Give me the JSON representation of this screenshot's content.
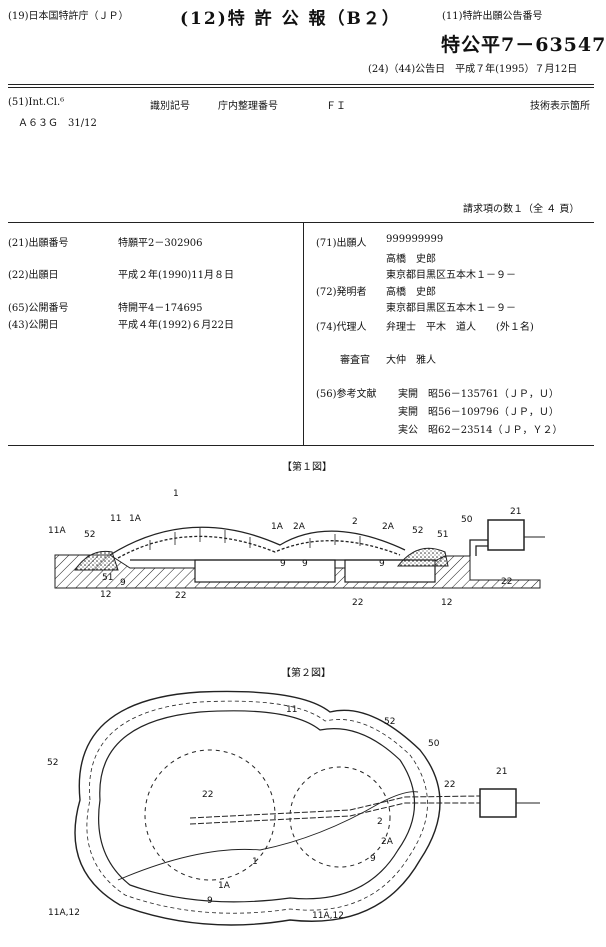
{
  "header": {
    "office": "(19)日本国特許庁（ＪＰ）",
    "gazette": "(12)特 許 公 報（B２）",
    "pub_label": "(11)特許出願公告番号",
    "pub_number": "特公平7－63547",
    "pub_date": "(24)（44)公告日　平成７年(1995）７月12日"
  },
  "classification": {
    "intcl": "(51)Int.Cl.⁶",
    "code_head": "識別記号",
    "office_num_head": "庁内整理番号",
    "fi_head": "ＦＩ",
    "tech_head": "技術表示箇所",
    "code": "Ａ６３Ｇ　31/12",
    "claims": "請求項の数１（全 ４ 頁）"
  },
  "biblio_left": [
    {
      "label": "(21)出願番号",
      "value": "特願平2－302906"
    },
    {
      "label": "(22)出願日",
      "value": "平成２年(1990)11月８日"
    },
    {
      "label": "(65)公開番号",
      "value": "特開平4－174695"
    },
    {
      "label": "(43)公開日",
      "value": "平成４年(1992)６月22日"
    }
  ],
  "biblio_right": {
    "applicant_label": "(71)出願人",
    "applicant_id": "999999999",
    "applicant_name": "高橋　史郎",
    "applicant_addr": "東京都目黒区五本木１－９－",
    "inventor_label": "(72)発明者",
    "inventor_name": "高橋　史郎",
    "inventor_addr": "東京都目黒区五本木１－９－",
    "agent_label": "(74)代理人",
    "agent_value": "弁理士　平木　道人　　(外１名)",
    "examiner_label": "審査官",
    "examiner_value": "大仲　雅人",
    "refs_label": "(56)参考文献",
    "refs": [
      {
        "kind": "実開",
        "num": "昭56－135761（ＪＰ，Ｕ）"
      },
      {
        "kind": "実開",
        "num": "昭56－109796（ＪＰ，Ｕ）"
      },
      {
        "kind": "実公",
        "num": "昭62－23514（ＪＰ，Ｙ２）"
      }
    ]
  },
  "fig1": {
    "title": "【第１図】",
    "labels": {
      "l1": "1",
      "l2": "2",
      "l11A": "11A",
      "l52a": "52",
      "l11": "11",
      "l1Aa": "1A",
      "l1Ab": "1A",
      "l2Aa": "2A",
      "l2Ab": "2A",
      "l52b": "52",
      "l50": "50",
      "l51a": "51",
      "l51b": "51",
      "l21": "21",
      "l9a": "9",
      "l9b": "9",
      "l9c": "9",
      "l9d": "9",
      "l22a": "22",
      "l22b": "22",
      "l22c": "22",
      "l12a": "12",
      "l12b": "12"
    }
  },
  "fig2": {
    "title": "【第２図】",
    "labels": {
      "l11": "11",
      "l52a": "52",
      "l52b": "52",
      "l50": "50",
      "l22a": "22",
      "l22b": "22",
      "l21": "21",
      "l2": "2",
      "l2A": "2A",
      "l9a": "9",
      "l1": "1",
      "l1A": "1A",
      "l9b": "9",
      "l11A12a": "11A,12",
      "l11A12b": "11A,12"
    }
  }
}
